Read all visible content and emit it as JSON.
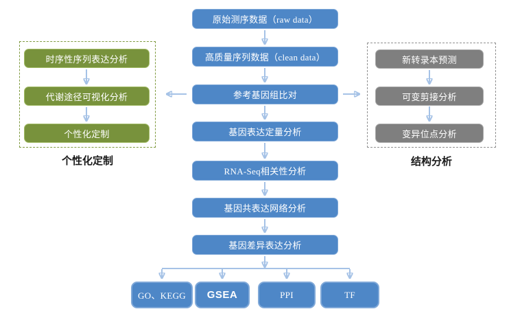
{
  "colors": {
    "pageBg": "#ffffff",
    "blueFill": "#4e87c7",
    "blueBorder": "#7fa8d8",
    "greenFill": "#78923c",
    "greenBorder": "#a2bb66",
    "grayFill": "#7f7f7f",
    "grayBorder": "#a9a9a9",
    "arrow": "#a5c2e6",
    "greenDash": "#7f9a3f",
    "grayDash": "#8f8f8f",
    "boxText": "#ffffff",
    "captionText": "#1a1a1a"
  },
  "diagram": {
    "main_flow": [
      "原始测序数据（raw data）",
      "高质量序列数据（clean data）",
      "参考基因组比对",
      "基因表达定量分析",
      "RNA-Seq相关性分析",
      "基因共表达网络分析",
      "基因差异表达分析"
    ],
    "left_group": {
      "caption": "个性化定制",
      "items": [
        "时序性序列表达分析",
        "代谢途径可视化分析",
        "个性化定制"
      ]
    },
    "right_group": {
      "caption": "结构分析",
      "items": [
        "新转录本预测",
        "可变剪接分析",
        "变异位点分析"
      ]
    },
    "outputs": [
      "GO、KEGG",
      "GSEA",
      "PPI",
      "TF"
    ]
  }
}
